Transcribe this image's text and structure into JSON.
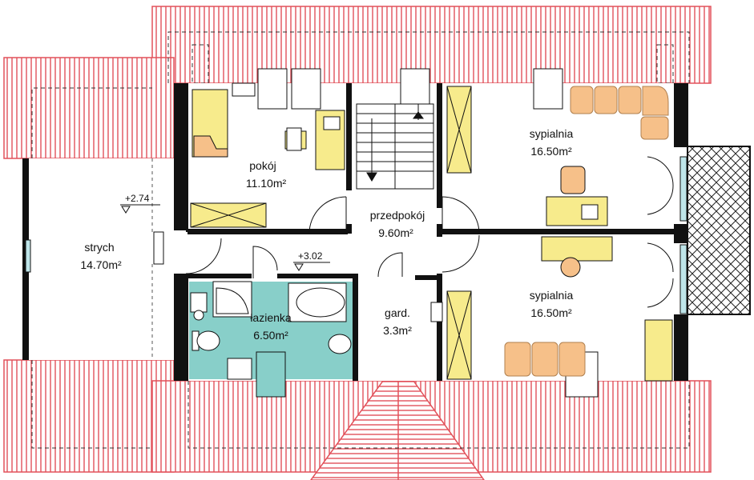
{
  "rooms": [
    {
      "id": "pokoj",
      "name": "pokój",
      "area": "11.10m²"
    },
    {
      "id": "przedpokoj",
      "name": "przedpokój",
      "area": "9.60m²"
    },
    {
      "id": "sypialnia1",
      "name": "sypialnia",
      "area": "16.50m²"
    },
    {
      "id": "sypialnia2",
      "name": "sypialnia",
      "area": "16.50m²"
    },
    {
      "id": "strych",
      "name": "strych",
      "area": "14.70m²"
    },
    {
      "id": "lazienka",
      "name": "łazienka",
      "area": "6.50m²"
    },
    {
      "id": "gard",
      "name": "gard.",
      "area": "3.3m²"
    }
  ],
  "levels": [
    {
      "id": "level-attic",
      "text": "+2.74"
    },
    {
      "id": "level-hall",
      "text": "+3.02"
    }
  ],
  "colors": {
    "roof": "#e2515a",
    "wall": "#111111",
    "furniture": "#f7eb8c",
    "sofa": "#f6c089",
    "bathroom": "#88cfc9",
    "window": "#bfe6ea"
  }
}
